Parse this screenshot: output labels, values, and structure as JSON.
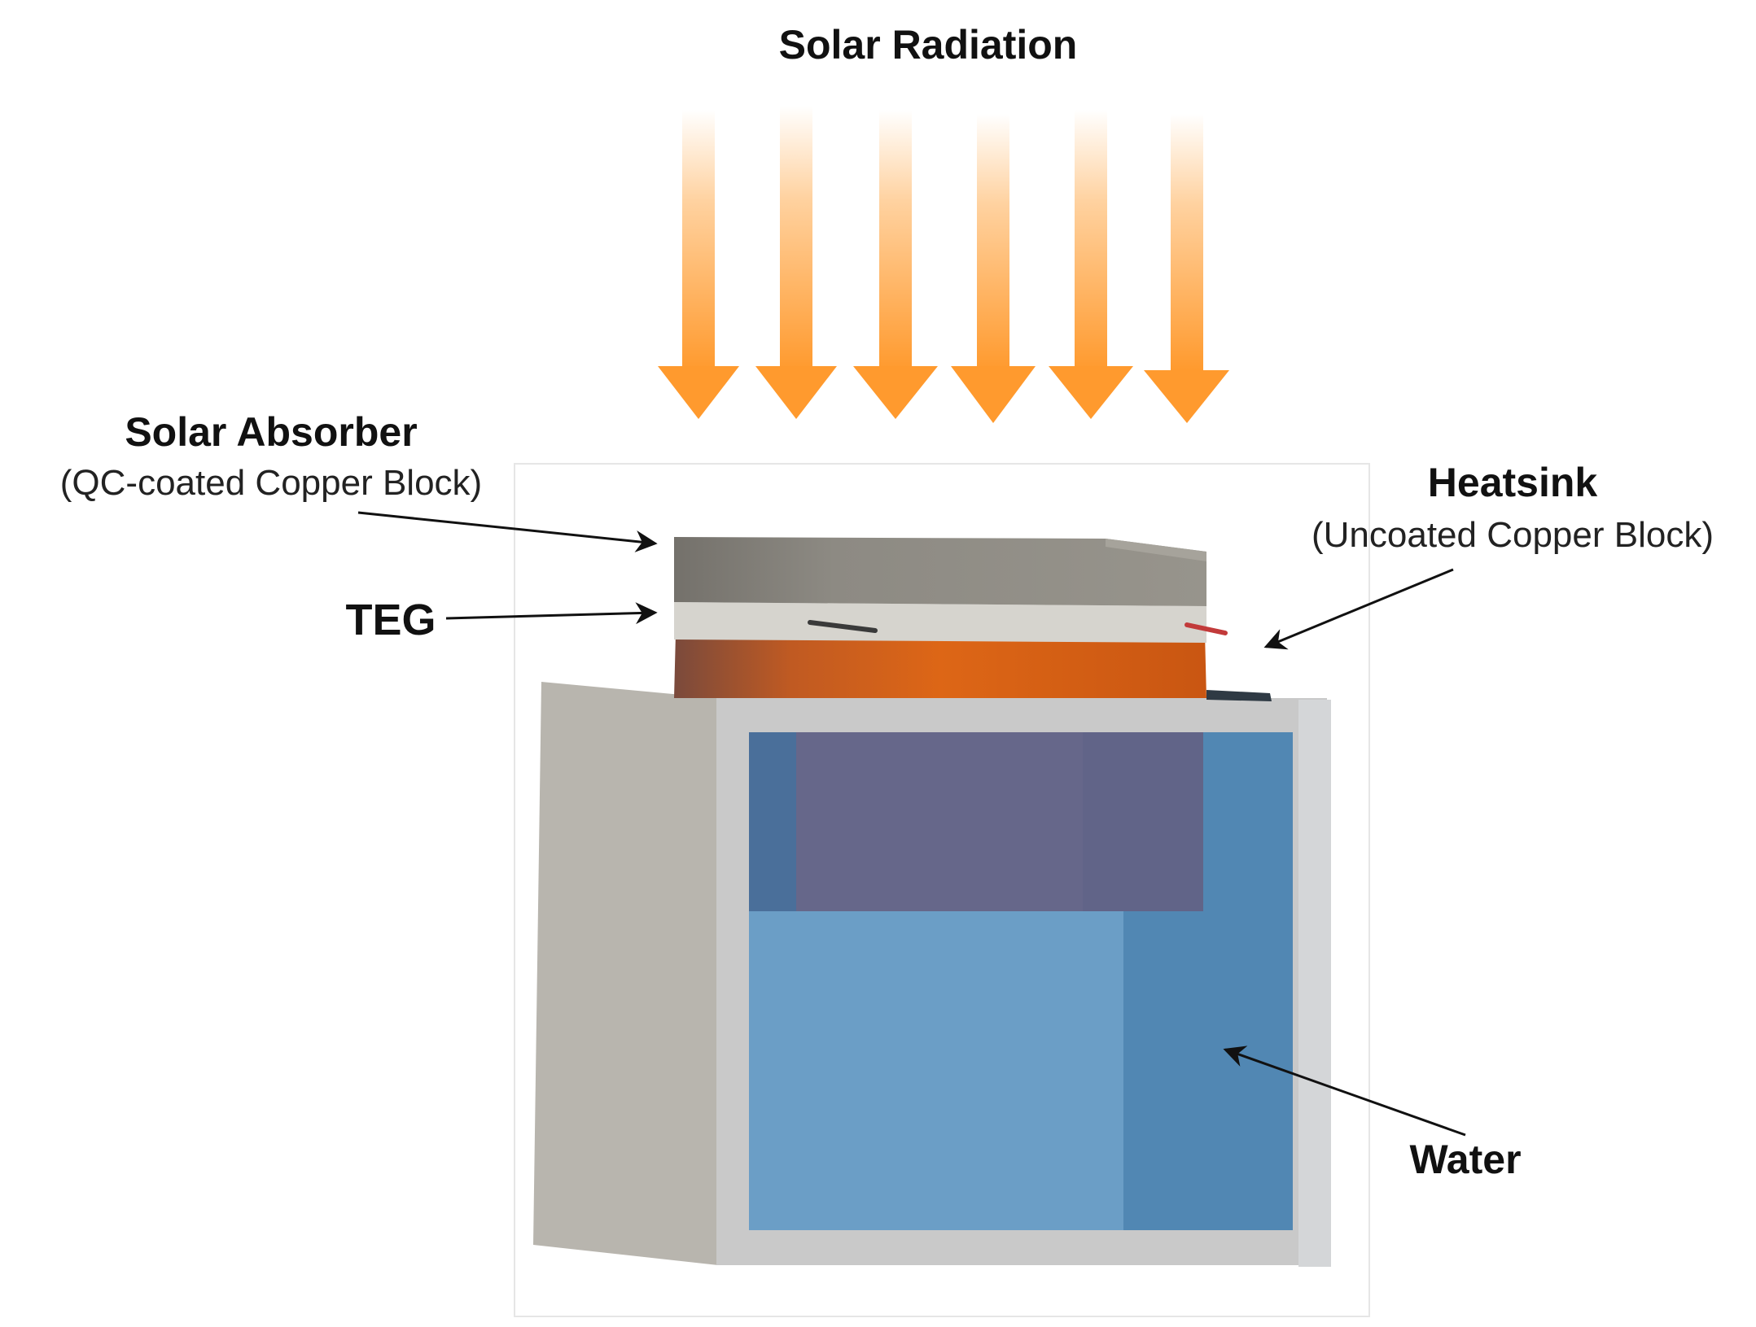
{
  "labels": {
    "solar_radiation": "Solar Radiation",
    "solar_absorber_title": "Solar Absorber",
    "solar_absorber_sub": "(QC-coated Copper Block)",
    "teg": "TEG",
    "heatsink_title": "Heatsink",
    "heatsink_sub": "(Uncoated Copper Block)",
    "water": "Water"
  },
  "colors": {
    "radiation_arrow": "#ff9a2e",
    "absorber_top": "#8e8c84",
    "absorber_side": "#6f6c65",
    "teg_layer": "#d6d4ce",
    "heatsink_copper": "#cf5c14",
    "heatsink_shadow": "#8a4a30",
    "container_wall": "#c6c6c6",
    "container_side": "#b8b5ae",
    "water": "#6b9ec6",
    "water_dark": "#4f84b0",
    "submerged": "#66678a",
    "wire_left": "#3a3a3a",
    "wire_right": "#c23a3a"
  }
}
